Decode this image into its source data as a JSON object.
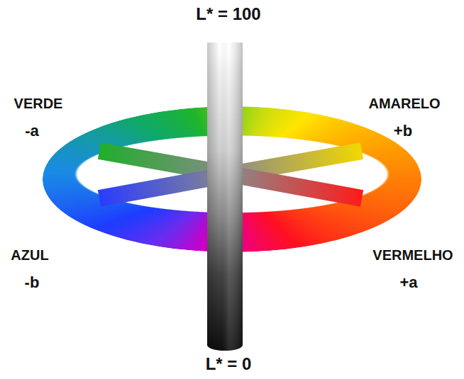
{
  "diagram": {
    "labels": [
      "L* = 100",
      "VERDE",
      "-a",
      "AMARELO",
      "+b",
      "AZUL",
      "-b",
      "VERMELHO",
      "+a",
      "L* = 0"
    ]
  }
}
